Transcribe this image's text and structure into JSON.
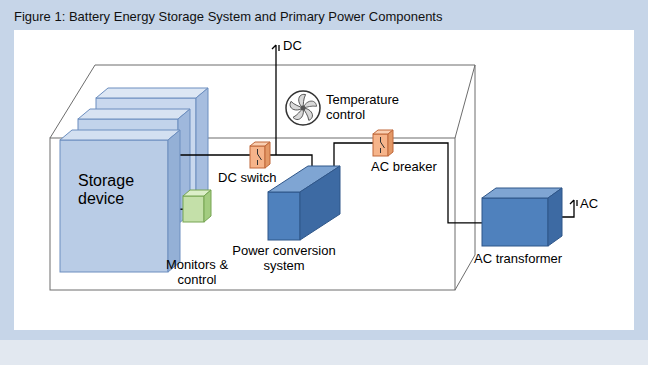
{
  "diagram": {
    "title": "Figure 1: Battery Energy Storage System and Primary Power Components",
    "nodes": [
      {
        "text": [
          "Storage device"
        ]
      },
      {
        "text": [
          "Monitors & control"
        ]
      },
      {
        "text": [
          "DC switch"
        ]
      },
      {
        "text": [
          "Temperature control"
        ]
      },
      {
        "text": [
          "Power conversion system"
        ]
      },
      {
        "text": [
          "AC breaker"
        ]
      },
      {
        "text": [
          "AC transformer"
        ]
      }
    ],
    "edges": [
      {
        "from": 0,
        "to": 2,
        "arrow": "none"
      },
      {
        "from": 0,
        "to": 1,
        "arrow": "none"
      },
      {
        "from": 2,
        "to": 4,
        "arrow": "none"
      },
      {
        "from": 4,
        "to": 5,
        "arrow": "none"
      },
      {
        "from": 5,
        "to": 6,
        "arrow": "none"
      }
    ],
    "labels": [
      "DC",
      "AC"
    ]
  }
}
